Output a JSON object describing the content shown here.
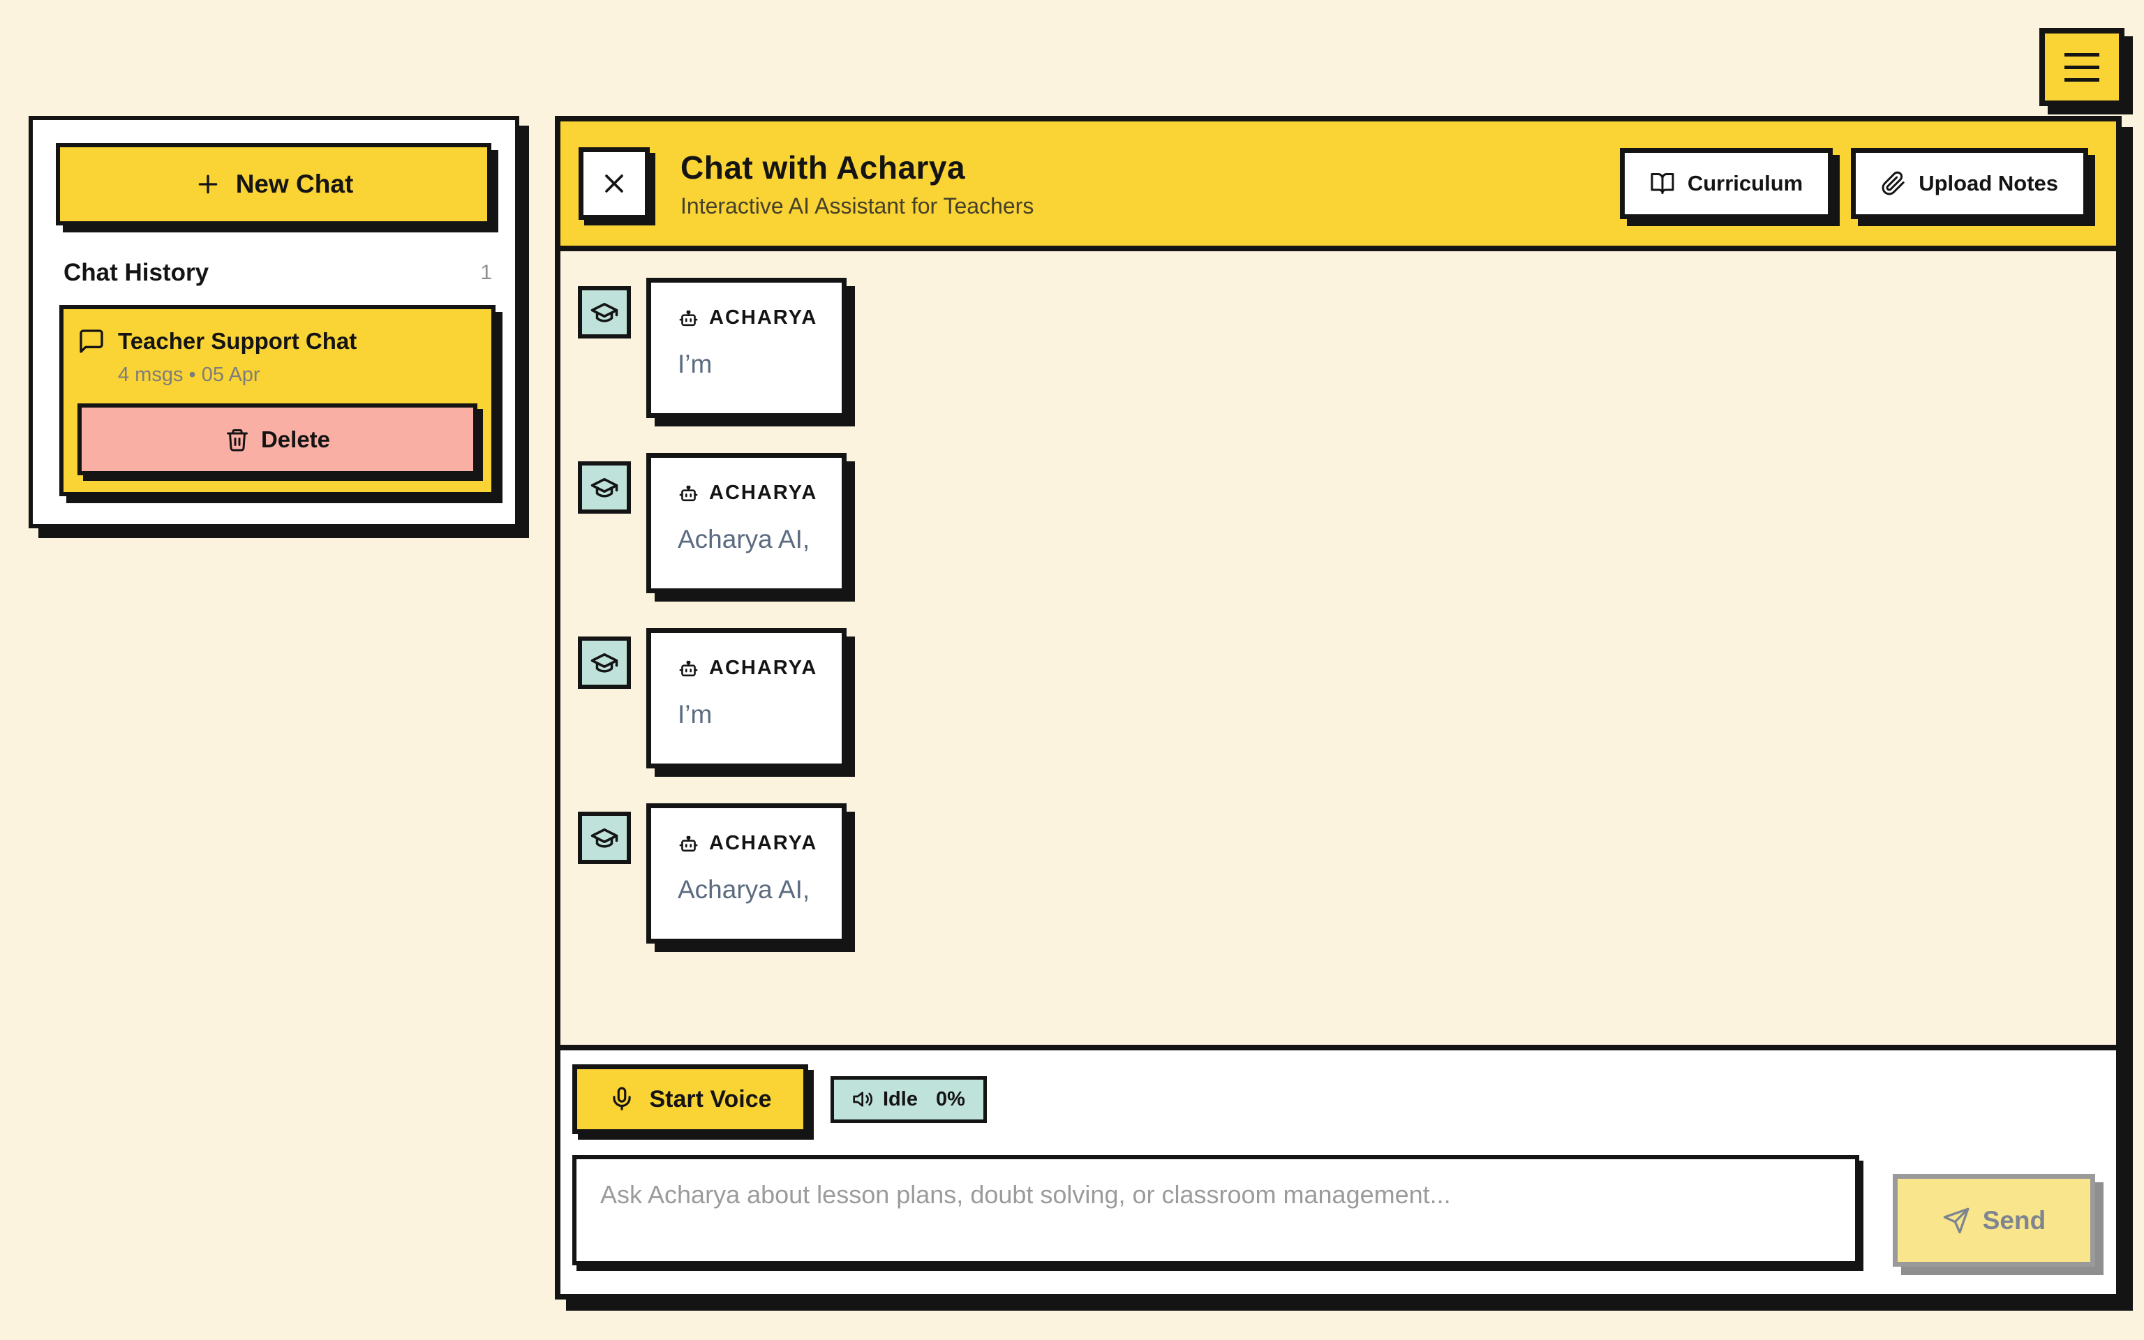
{
  "colors": {
    "yellow": "#FAD334",
    "cream": "#FCF3DF",
    "teal": "#BFE3DB",
    "pink": "#FAAFA5",
    "ink": "#141414",
    "slate": "#5B6B80",
    "muted": "#8F8F8F",
    "send_bg": "#F9E58B",
    "send_border": "#9A9A9A",
    "send_text": "#7E8590",
    "send_shadow": "#8F8F8F"
  },
  "sidebar": {
    "new_chat_label": "New Chat",
    "history_title": "Chat History",
    "history_count": "1",
    "chats": [
      {
        "title": "Teacher Support Chat",
        "meta": "4 msgs • 05 Apr",
        "delete_label": "Delete"
      }
    ]
  },
  "header": {
    "title": "Chat with Acharya",
    "subtitle": "Interactive AI Assistant for Teachers",
    "curriculum_label": "Curriculum",
    "upload_label": "Upload Notes"
  },
  "messages": [
    {
      "sender": "ACHARYA",
      "text": "I’m"
    },
    {
      "sender": "ACHARYA",
      "text": "Acharya AI,"
    },
    {
      "sender": "ACHARYA",
      "text": "I’m"
    },
    {
      "sender": "ACHARYA",
      "text": "Acharya AI,"
    }
  ],
  "composer": {
    "voice_button_label": "Start Voice",
    "voice_status": "Idle",
    "voice_level": "0%",
    "input_placeholder": "Ask Acharya about lesson plans, doubt solving, or classroom management...",
    "send_label": "Send"
  }
}
